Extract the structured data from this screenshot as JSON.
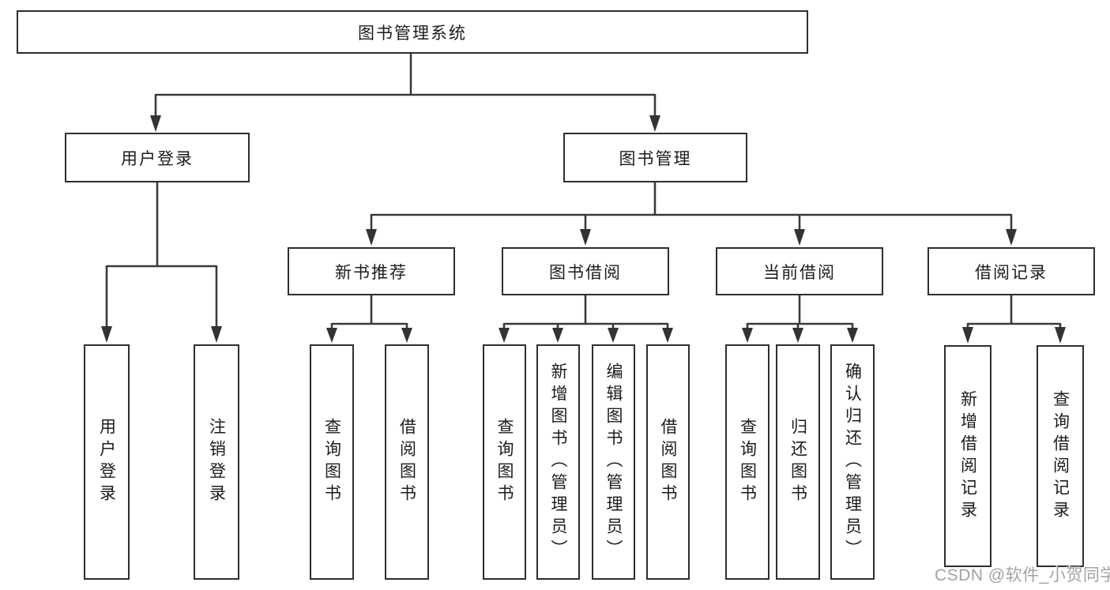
{
  "diagram": {
    "root": {
      "label": "图书管理系统"
    },
    "level2": {
      "user_login": {
        "label": "用户登录"
      },
      "book_management": {
        "label": "图书管理"
      }
    },
    "level3": {
      "new_book_recommend": {
        "label": "新书推荐"
      },
      "book_borrow": {
        "label": "图书借阅"
      },
      "current_borrow": {
        "label": "当前借阅"
      },
      "borrow_records": {
        "label": "借阅记录"
      }
    },
    "leaves": {
      "user_login": {
        "label": "用户登录"
      },
      "logout": {
        "label": "注销登录"
      },
      "nb_query_book": {
        "label": "查询图书"
      },
      "nb_borrow_book": {
        "label": "借阅图书"
      },
      "bb_query_book": {
        "label": "查询图书"
      },
      "bb_add_book": {
        "label": "新增图书（管理员）"
      },
      "bb_edit_book": {
        "label": "编辑图书（管理员）"
      },
      "bb_borrow_book": {
        "label": "借阅图书"
      },
      "cb_query_book": {
        "label": "查询图书"
      },
      "cb_return_book": {
        "label": "归还图书"
      },
      "cb_confirm_return": {
        "label": "确认归还（管理员）"
      },
      "br_add_record": {
        "label": "新增借阅记录"
      },
      "br_query_record": {
        "label": "查询借阅记录"
      }
    },
    "colors": {
      "line": "#3a3a3a",
      "box_border": "#2e2e2e",
      "text": "#1c1c1c",
      "background": "#ffffff",
      "watermark": "#a3a3a3"
    }
  },
  "watermark": {
    "text": "CSDN @软件_小贺同学"
  }
}
